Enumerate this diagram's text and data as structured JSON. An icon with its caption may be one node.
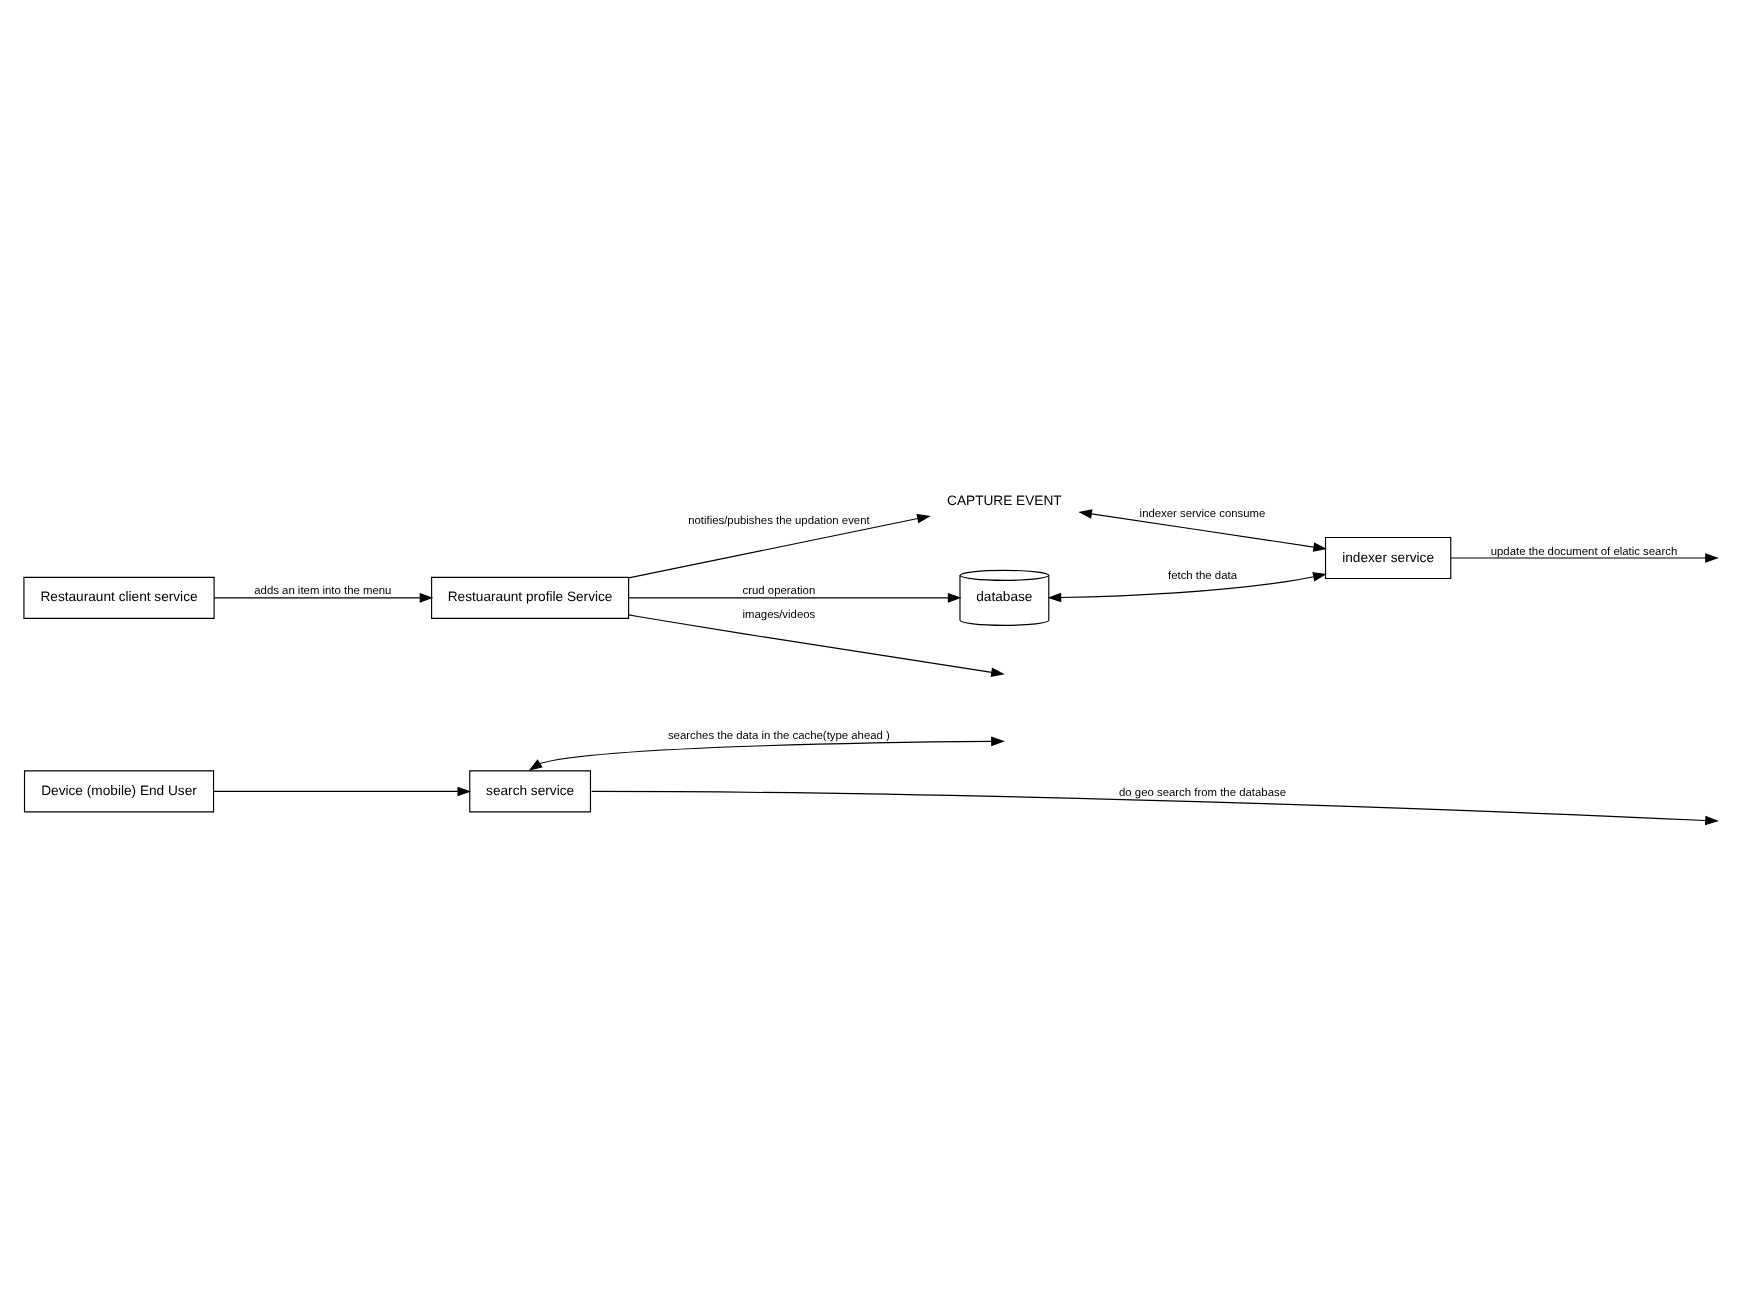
{
  "diagram": {
    "nodes": [
      {
        "text": [
          "Device (mobile) End User"
        ]
      },
      {
        "text": [
          "search service"
        ]
      },
      {
        "text": [
          "CAPTURE EVENT"
        ]
      },
      {
        "text": [
          "indexer service"
        ]
      },
      {
        "text": [
          "Restauraunt client service"
        ]
      },
      {
        "text": [
          "Restuaraunt profile Service"
        ]
      },
      {
        "text": [
          "database"
        ]
      }
    ],
    "edges": [
      {
        "from": 0,
        "to": 1,
        "arrow": "to"
      },
      {
        "from": 1,
        "to": null,
        "arrow": "to",
        "label": "do geo search from the database"
      },
      {
        "from": 1,
        "to": null,
        "arrow": "both",
        "label": "searches the data in the cache(type ahead )"
      },
      {
        "from": 3,
        "to": null,
        "arrow": "to",
        "label": "update the document of elatic search"
      },
      {
        "from": 2,
        "to": 3,
        "arrow": "both",
        "label": "indexer service consume"
      },
      {
        "from": 6,
        "to": 3,
        "arrow": "both",
        "label": "fetch the data"
      },
      {
        "from": 4,
        "to": 5,
        "arrow": "to",
        "label": "adds an item into the menu"
      },
      {
        "from": 5,
        "to": 2,
        "arrow": "to",
        "label": "notifies/pubishes the updation event"
      },
      {
        "from": 5,
        "to": 6,
        "arrow": "to",
        "label": "crud operation"
      },
      {
        "from": 5,
        "to": null,
        "arrow": "to",
        "label": "images/videos"
      }
    ]
  }
}
